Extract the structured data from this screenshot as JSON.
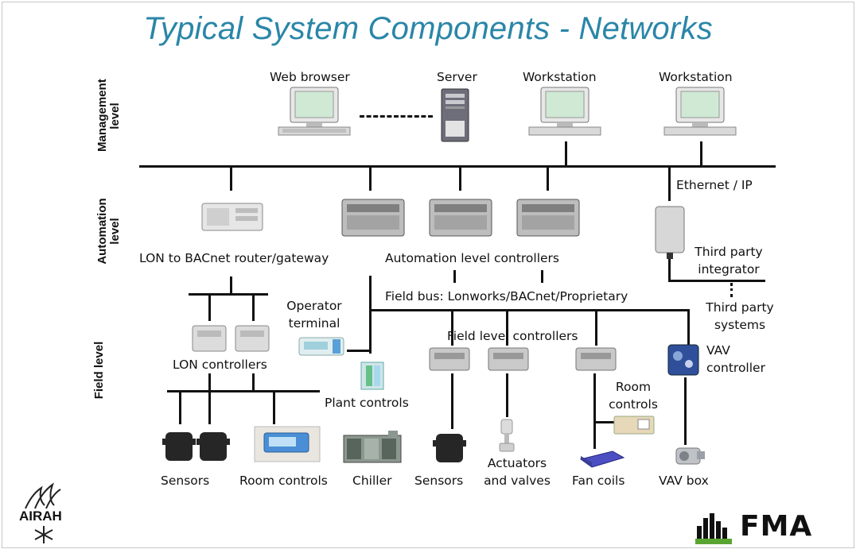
{
  "title": "Typical System Components - Networks",
  "levels": {
    "management": [
      "Management",
      "level"
    ],
    "automation": [
      "Automation",
      "level"
    ],
    "field": "Field level"
  },
  "management": {
    "web_browser": "Web browser",
    "server": "Server",
    "workstation_1": "Workstation",
    "workstation_2": "Workstation"
  },
  "automation": {
    "ethernet": "Ethernet / IP",
    "lon_router": "LON to BACnet router/gateway",
    "alc": "Automation level controllers",
    "third_party_integrator": [
      "Third party",
      "integrator"
    ]
  },
  "field": {
    "field_bus": "Field bus: Lonworks/BACnet/Proprietary",
    "third_party_systems": [
      "Third party",
      "systems"
    ],
    "operator_terminal": [
      "Operator",
      "terminal"
    ],
    "field_level_controllers": "Field level controllers",
    "lon_controllers": "LON controllers",
    "vav_controller": [
      "VAV",
      "controller"
    ],
    "plant_controls": "Plant controls",
    "room_controls_right": [
      "Room",
      "controls"
    ]
  },
  "bottom": {
    "sensors_1": "Sensors",
    "room_controls": "Room controls",
    "chiller": "Chiller",
    "sensors_2": "Sensors",
    "actuators": [
      "Actuators",
      "and valves"
    ],
    "fan_coils": "Fan coils",
    "vav_box": "VAV box"
  },
  "logos": {
    "airah": "AIRAH",
    "fma": "FMA"
  },
  "colors": {
    "title": "#2a86a8",
    "fma_green": "#5aa531",
    "screen": "#cfe9d4"
  }
}
